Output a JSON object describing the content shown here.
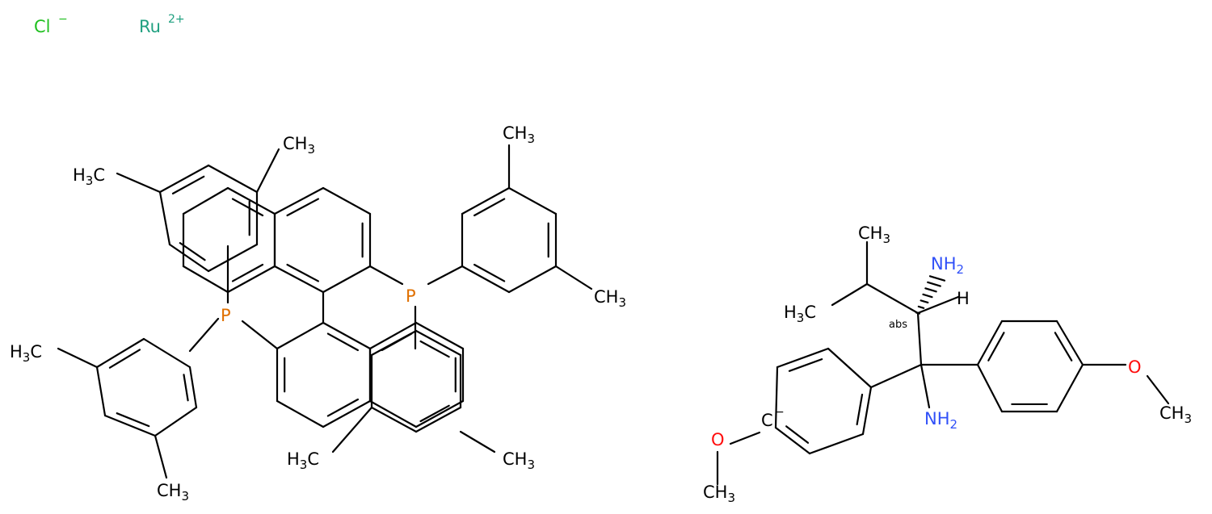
{
  "colors": {
    "bond": "#000000",
    "carbon": "#000000",
    "chlorine": "#20c020",
    "ruthenium": "#20a080",
    "phosphorus": "#e07000",
    "nitrogen": "#3050f8",
    "oxygen": "#ff0d0d"
  },
  "ions": {
    "chloride": {
      "symbol": "Cl",
      "charge": "−"
    },
    "ruthenium": {
      "symbol": "Ru",
      "charge": "2+"
    }
  },
  "phosphines": {
    "p1": "P",
    "p2": "P"
  },
  "methyls": {
    "m1": "CH3",
    "m2": "H3C",
    "m3": "CH3",
    "m4": "CH3",
    "m5": "H3C",
    "m6": "CH3",
    "m7": "H3C",
    "m8": "CH3"
  },
  "diamine": {
    "nh2_top": "NH2",
    "nh2_bottom": "NH2",
    "h": "H",
    "abs": "abs",
    "ch3_top": "CH3",
    "h3c_left": "H3C",
    "o_right": "O",
    "ch3_right": "CH3",
    "o_left": "O",
    "ch3_left": "CH3",
    "carbanion": "C",
    "carbanion_charge": "−"
  }
}
